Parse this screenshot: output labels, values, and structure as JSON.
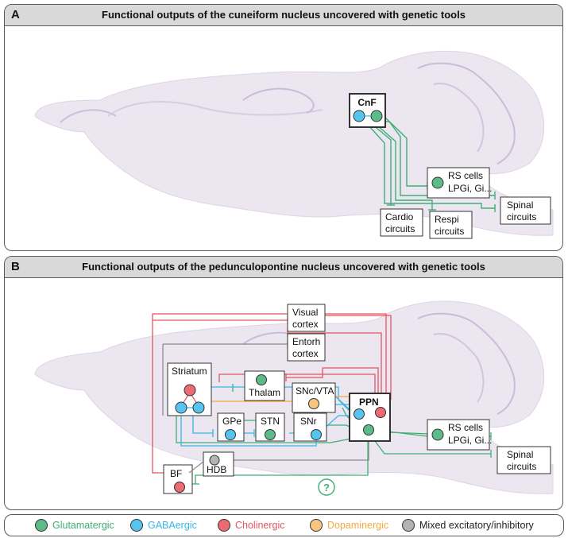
{
  "colors": {
    "glutamatergic": "#5dbb8a",
    "gabaergic": "#56c4ee",
    "cholinergic": "#ec6a72",
    "dopaminergic": "#f9c57c",
    "mixed": "#b3b3b3",
    "line_green": "#3fae75",
    "line_blue": "#38b6e8",
    "line_red": "#e05660",
    "line_orange": "#f4a842",
    "line_gray": "#8a8a8a"
  },
  "panel_a": {
    "letter": "A",
    "title": "Functional outputs of the cuneiform nucleus uncovered with genetic tools",
    "nodes": {
      "cnf": "CnF",
      "rs_line1": "RS cells",
      "rs_line2": "LPGi, Gi...",
      "spinal_line1": "Spinal",
      "spinal_line2": "circuits",
      "cardio_line1": "Cardio",
      "cardio_line2": "circuits",
      "respi_line1": "Respi",
      "respi_line2": "circuits"
    }
  },
  "panel_b": {
    "letter": "B",
    "title": "Functional outputs of the pedunculopontine nucleus uncovered with genetic tools",
    "nodes": {
      "visual_line1": "Visual",
      "visual_line2": "cortex",
      "entorh_line1": "Entorh",
      "entorh_line2": "cortex",
      "striatum": "Striatum",
      "thalam": "Thalam",
      "snc_vta": "SNc/VTA",
      "ppn": "PPN",
      "gpe": "GPe",
      "stn": "STN",
      "snr": "SNr",
      "rs_line1": "RS cells",
      "rs_line2": "LPGi, Gi...",
      "spinal_line1": "Spinal",
      "spinal_line2": "circuits",
      "bf": "BF",
      "hdb": "HDB",
      "unknown": "?"
    }
  },
  "legend": {
    "glutamatergic": "Glutamatergic",
    "gabaergic": "GABAergic",
    "cholinergic": "Cholinergic",
    "dopaminergic": "Dopaminergic",
    "mixed": "Mixed excitatory/inhibitory"
  }
}
